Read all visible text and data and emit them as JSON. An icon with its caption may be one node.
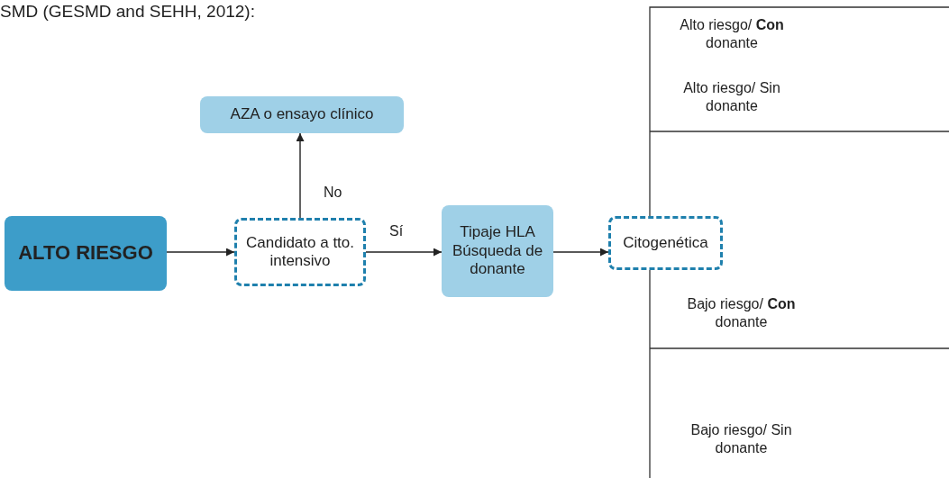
{
  "diagram": {
    "nodes": [
      {
        "text": [
          "ALTO RIESGO"
        ]
      },
      {
        "text": [
          "Candidato a tto. intensivo"
        ]
      },
      {
        "text": [
          "AZA o ensayo clínico"
        ]
      },
      {
        "text": [
          "Tipaje HLA Búsqueda de donante"
        ]
      },
      {
        "text": [
          "Citogenética"
        ]
      }
    ],
    "edges": [
      {
        "from": 0,
        "to": 1,
        "arrow": "to"
      },
      {
        "from": 1,
        "to": 2,
        "arrow": "to",
        "label": "No"
      },
      {
        "from": 1,
        "to": 3,
        "arrow": "to",
        "label": "Sí"
      },
      {
        "from": 3,
        "to": 4,
        "arrow": "to"
      }
    ],
    "labels": [
      "SMD (GESMD and SEHH, 2012):",
      "Alto riesgo/ **Con** donante",
      "Alto riesgo/ Sin donante",
      "Bajo riesgo/ **Con** donante",
      "Bajo riesgo/ Sin donante"
    ]
  }
}
